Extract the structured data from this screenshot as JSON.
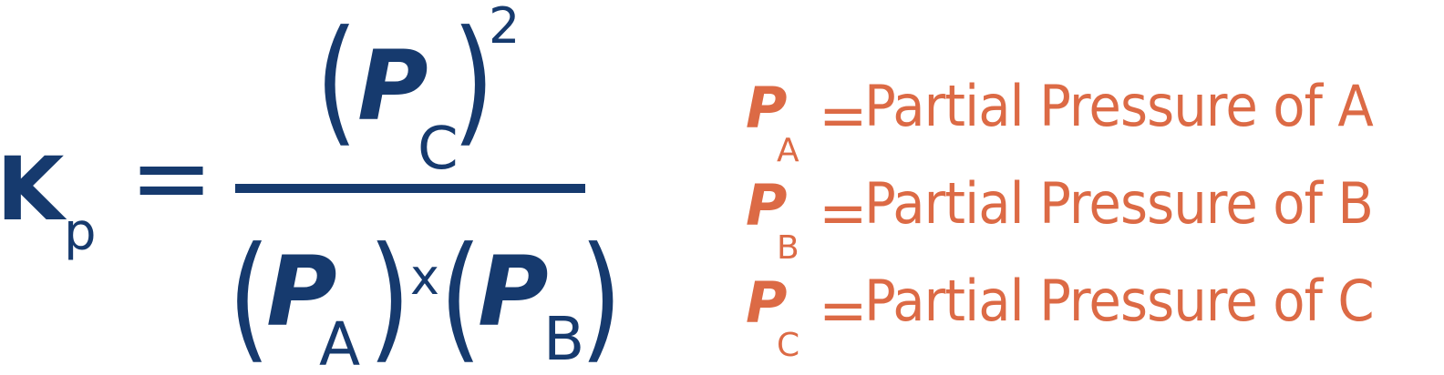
{
  "colors": {
    "navy": "#163a6e",
    "orange": "#dc6a45"
  },
  "formula": {
    "lhs": {
      "symbol": "K",
      "subscript": "p"
    },
    "equals": "=",
    "numerator": {
      "open": "(",
      "symbol": "P",
      "subscript": "C",
      "close": ")",
      "exponent": "2"
    },
    "denominator": {
      "factor1": {
        "open": "(",
        "symbol": "P",
        "subscript": "A",
        "close": ")"
      },
      "times": "x",
      "factor2": {
        "open": "(",
        "symbol": "P",
        "subscript": "B",
        "close": ")"
      }
    }
  },
  "legend": [
    {
      "symbol": "P",
      "subscript": "A",
      "equals": "=",
      "text": "Partial Pressure of A"
    },
    {
      "symbol": "P",
      "subscript": "B",
      "equals": "=",
      "text": "Partial Pressure of B"
    },
    {
      "symbol": "P",
      "subscript": "C",
      "equals": "=",
      "text": "Partial Pressure of C"
    }
  ]
}
